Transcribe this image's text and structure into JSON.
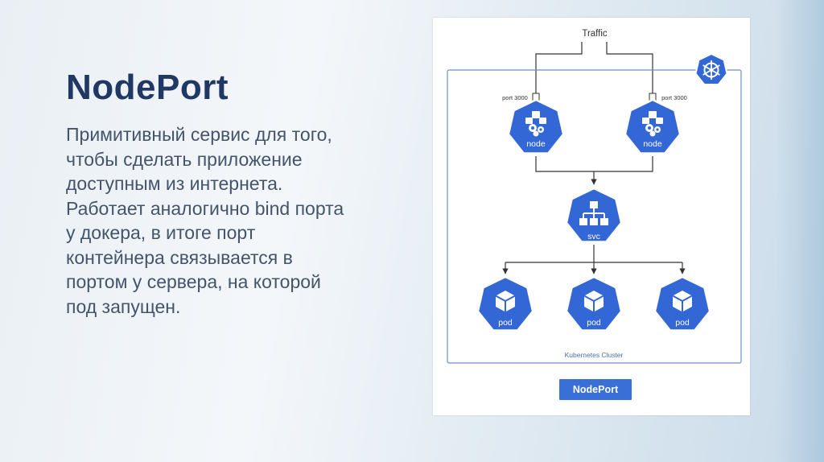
{
  "slide": {
    "title": "NodePort",
    "body": "Примитивный сервис для того, чтобы сделать приложение доступным из интернета. Работает аналогично bind порта у докера, в итоге порт контейнера связывается в портом у сервера, на которой под запущен."
  },
  "diagram": {
    "traffic_label": "Traffic",
    "port_left": "port 3000",
    "port_right": "port 3000",
    "node_label": "node",
    "svc_label": "svc",
    "pod_label": "pod",
    "cluster_label": "Kubernetes Cluster",
    "button_label": "NodePort",
    "accent_color": "#3367d6",
    "line_color": "#333333",
    "cluster_border_color": "#6b8fc7"
  }
}
